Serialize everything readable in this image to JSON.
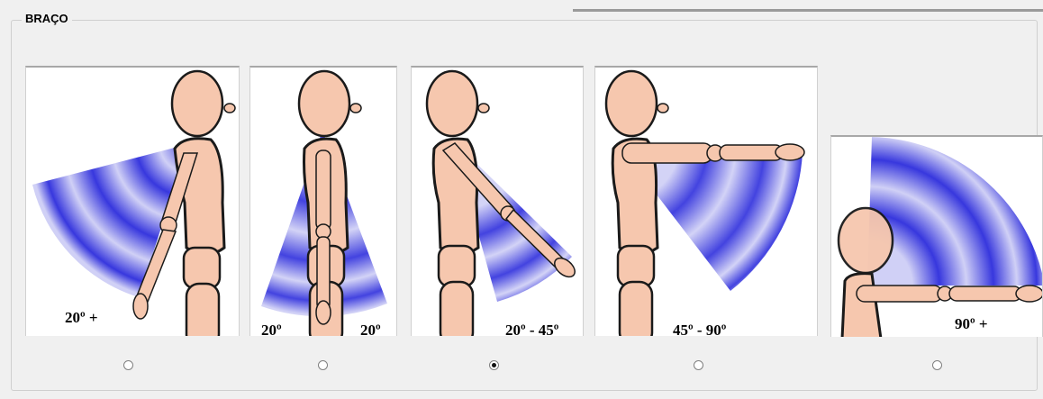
{
  "group": {
    "title": "BRAÇO"
  },
  "options": [
    {
      "labels": [
        "20º +"
      ],
      "selected": false
    },
    {
      "labels": [
        "20º",
        "20º"
      ],
      "selected": false
    },
    {
      "labels": [
        "20º - 45º"
      ],
      "selected": true
    },
    {
      "labels": [
        "45º - 90º"
      ],
      "selected": false
    },
    {
      "labels": [
        "90º +"
      ],
      "selected": false
    }
  ],
  "colors": {
    "skin": "#f6c7ae",
    "outline": "#1a1a1a",
    "arc_dark": "#1414d8",
    "arc_light": "#c8c8f4"
  }
}
